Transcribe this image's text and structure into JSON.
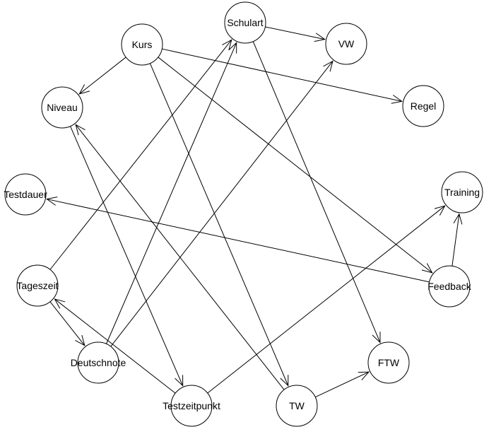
{
  "nodes": [
    {
      "id": "kurs",
      "label": "Kurs"
    },
    {
      "id": "schulart",
      "label": "Schulart"
    },
    {
      "id": "vw",
      "label": "VW"
    },
    {
      "id": "niveau",
      "label": "Niveau"
    },
    {
      "id": "regel",
      "label": "Regel"
    },
    {
      "id": "testdauer",
      "label": "Testdauer"
    },
    {
      "id": "training",
      "label": "Training"
    },
    {
      "id": "tageszeit",
      "label": "Tageszeit"
    },
    {
      "id": "feedback",
      "label": "Feedback"
    },
    {
      "id": "deutschnote",
      "label": "Deutschnote"
    },
    {
      "id": "ftw",
      "label": "FTW"
    },
    {
      "id": "testzeitpunkt",
      "label": "Testzeitpunkt"
    },
    {
      "id": "tw",
      "label": "TW"
    }
  ],
  "edges": [
    {
      "from": "schulart",
      "to": "vw"
    },
    {
      "from": "schulart",
      "to": "ftw"
    },
    {
      "from": "kurs",
      "to": "niveau"
    },
    {
      "from": "kurs",
      "to": "regel"
    },
    {
      "from": "kurs",
      "to": "feedback"
    },
    {
      "from": "kurs",
      "to": "tw"
    },
    {
      "from": "niveau",
      "to": "testzeitpunkt"
    },
    {
      "from": "tw",
      "to": "niveau"
    },
    {
      "from": "tw",
      "to": "ftw"
    },
    {
      "from": "feedback",
      "to": "testdauer"
    },
    {
      "from": "feedback",
      "to": "training"
    },
    {
      "from": "tageszeit",
      "to": "schulart"
    },
    {
      "from": "tageszeit",
      "to": "deutschnote"
    },
    {
      "from": "deutschnote",
      "to": "schulart"
    },
    {
      "from": "deutschnote",
      "to": "vw"
    },
    {
      "from": "testzeitpunkt",
      "to": "tageszeit"
    },
    {
      "from": "testzeitpunkt",
      "to": "training"
    }
  ]
}
